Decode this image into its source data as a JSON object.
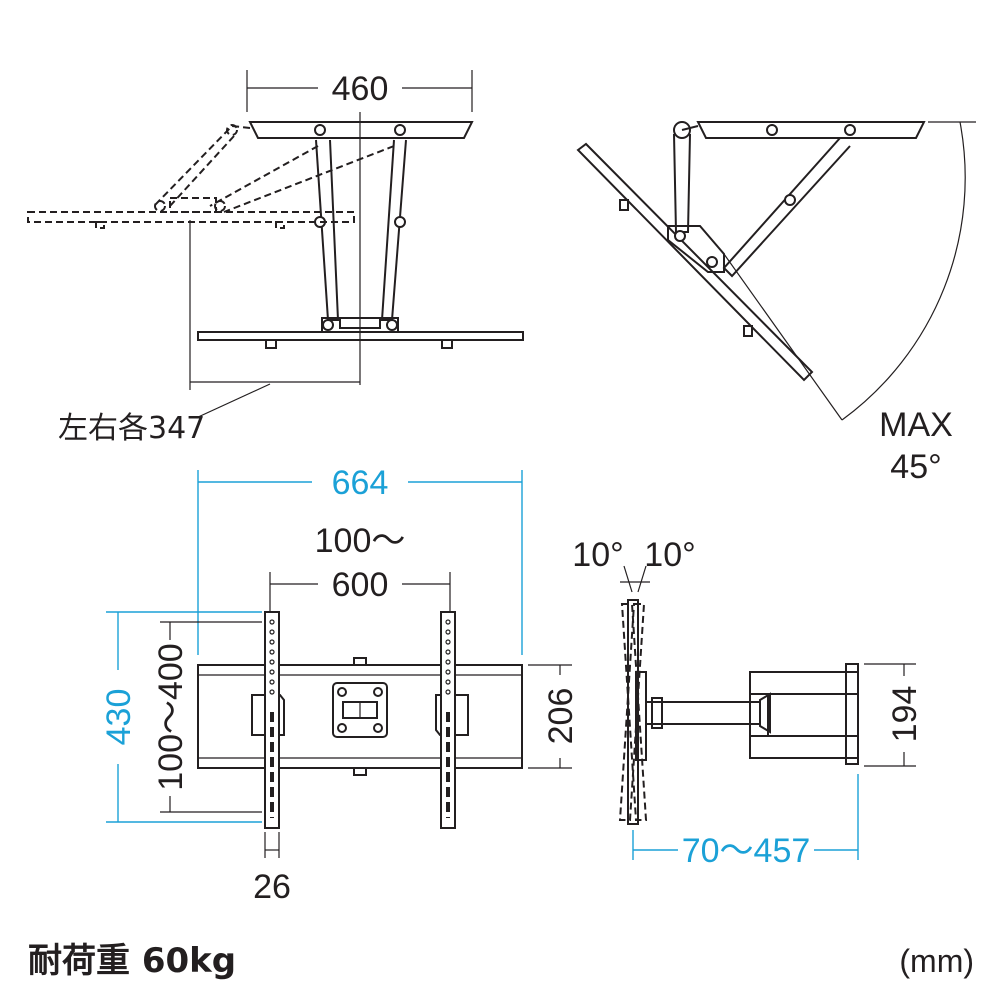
{
  "top_view": {
    "width_label": "460",
    "extension_label": "左右各347"
  },
  "tilt_view": {
    "max_label": "MAX",
    "angle_label": "45°"
  },
  "front_view": {
    "total_width_label": "664",
    "vesa_h_label_1": "100～",
    "vesa_h_label_2": "600",
    "total_height_label": "430",
    "vesa_v_label": "100～400",
    "plate_height_label": "206",
    "rail_width_label": "26"
  },
  "side_view": {
    "tilt_left_label": "10°",
    "tilt_right_label": "10°",
    "depth_label": "70～457",
    "plate_height_label": "194"
  },
  "footer": {
    "load_label": "耐荷重 60kg",
    "unit_label": "(mm)"
  },
  "colors": {
    "line": "#231f20",
    "dimension_accent": "#1ba1d7"
  }
}
